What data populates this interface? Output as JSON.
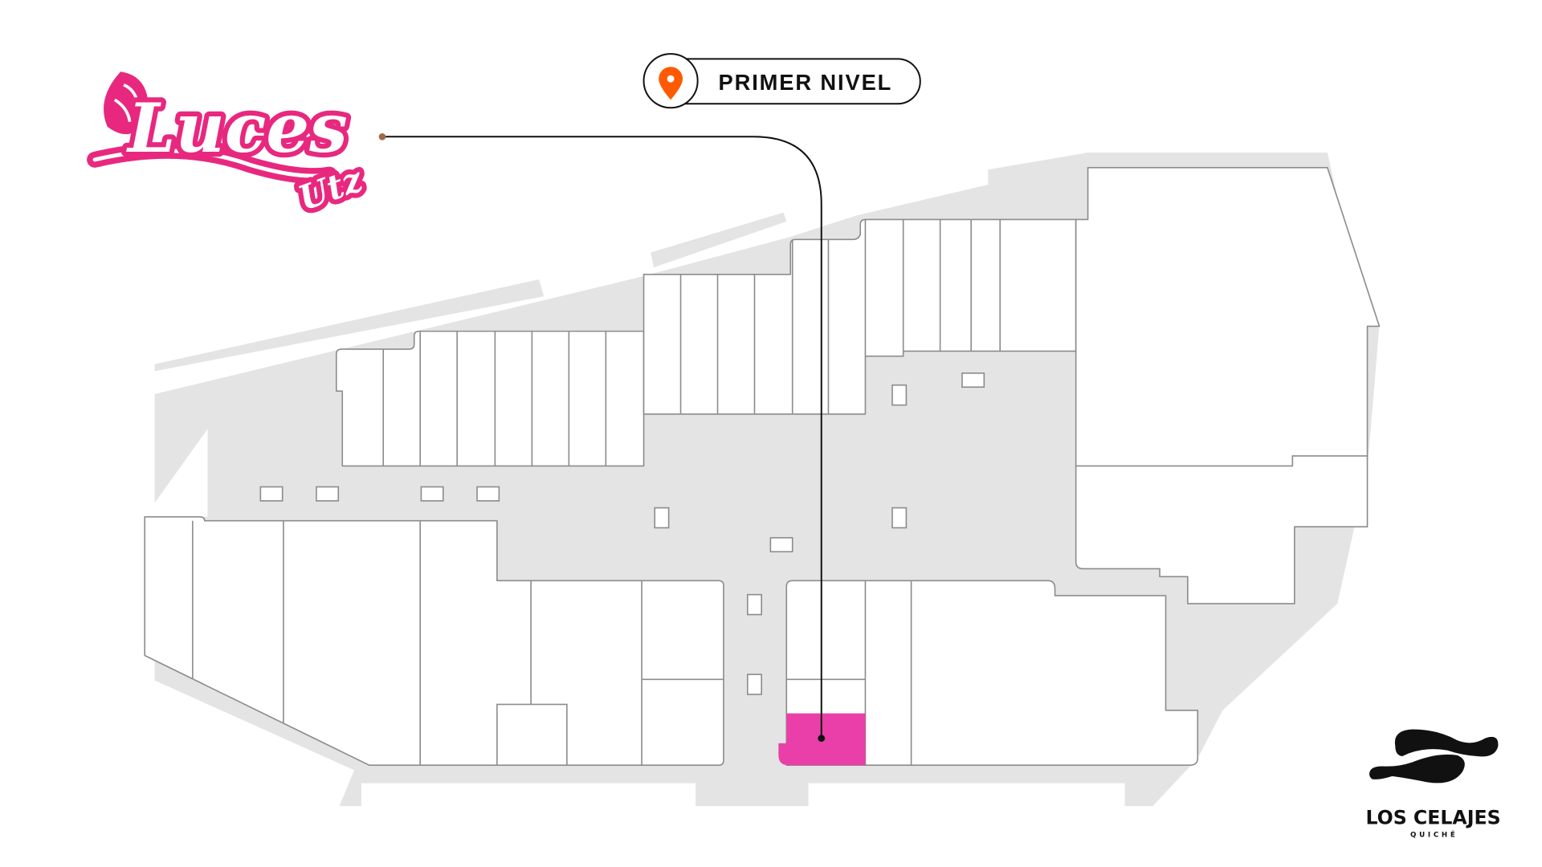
{
  "level_indicator": {
    "label": "PRIMER NIVEL",
    "icon": "map-pin-icon",
    "pin_color": "#ff5a00"
  },
  "event_logo": {
    "title": "Luces",
    "subtitle": "Utz",
    "color": "#e8287f"
  },
  "mall_logo": {
    "name": "LOS CELAJES",
    "location": "QUICHÉ"
  },
  "map": {
    "highlight_color": "#ea3fa8",
    "highlighted_location": "event-location"
  }
}
